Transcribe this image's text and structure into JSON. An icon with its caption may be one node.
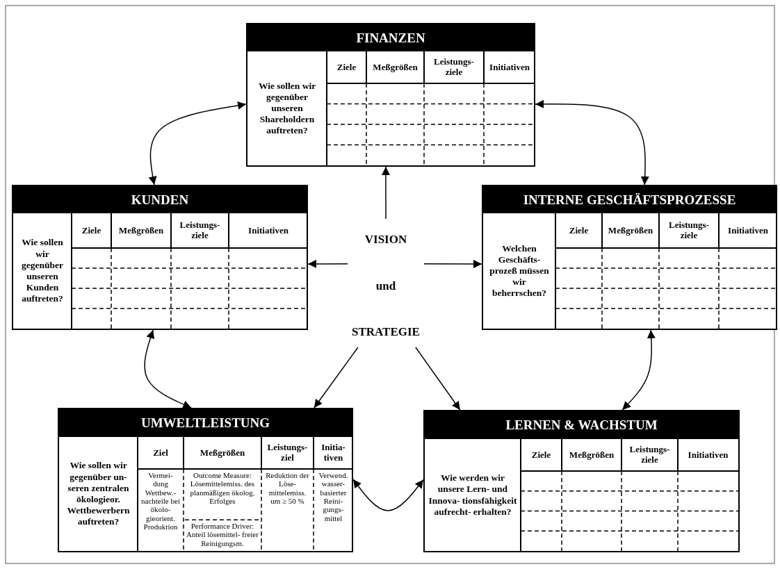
{
  "diagram": {
    "nodes": [
      {
        "text": [
          "VISION",
          "und",
          "STRATEGIE"
        ]
      },
      {
        "text": [
          "FINANZEN",
          "Wie sollen wir gegenüber unseren Shareholdern auftreten?",
          "Ziele",
          "Meßgrößen",
          "Leistungs- ziele",
          "Initiativen"
        ]
      },
      {
        "text": [
          "KUNDEN",
          "Wie sollen wir gegenüber unseren Kunden auftreten?",
          "Ziele",
          "Meßgrößen",
          "Leistungs- ziele",
          "Initiativen"
        ]
      },
      {
        "text": [
          "INTERNE GESCHÄFTSPROZESSE",
          "Welchen Geschäfts- prozeß müssen wir beherrschen?",
          "Ziele",
          "Meßgrößen",
          "Leistungs- ziele",
          "Initiativen"
        ]
      },
      {
        "text": [
          "UMWELTLEISTUNG",
          "Wie sollen wir gegenüber un- seren zentralen ökologieor. Wettbewerbern auftreten?",
          "Ziel",
          "Meßgrößen",
          "Leistungs- ziel",
          "Initia- tiven",
          "Vermei- dung Wettbew.- nachteile bei ökolo- gieorient. Produktion",
          "Outcome Measure: Lösemittelemiss. des planmäßigen ökolog. Erfolges",
          "Performance Driver: Anteil lösemittel- freier Reinigungsm.",
          "Reduktion der Löse- mittelemiss. um ≥ 50 %",
          "Verwend. wasser- basierter Reini- gungs- mittel"
        ]
      },
      {
        "text": [
          "LERNEN & WACHSTUM",
          "Wie werden wir unsere Lern- und Innova- tionsfähigkeit aufrecht- erhalten?",
          "Ziele",
          "Meßgrößen",
          "Leistungs- ziele",
          "Initiativen"
        ]
      }
    ],
    "edges": [
      {
        "from": 0,
        "to": 1,
        "arrow": "to"
      },
      {
        "from": 0,
        "to": 2,
        "arrow": "to"
      },
      {
        "from": 0,
        "to": 3,
        "arrow": "to"
      },
      {
        "from": 0,
        "to": 4,
        "arrow": "to"
      },
      {
        "from": 0,
        "to": 5,
        "arrow": "to"
      },
      {
        "from": 2,
        "to": 1,
        "arrow": "both"
      },
      {
        "from": 1,
        "to": 3,
        "arrow": "both"
      },
      {
        "from": 3,
        "to": 5,
        "arrow": "both"
      },
      {
        "from": 5,
        "to": 4,
        "arrow": "both"
      },
      {
        "from": 4,
        "to": 2,
        "arrow": "both"
      }
    ]
  }
}
